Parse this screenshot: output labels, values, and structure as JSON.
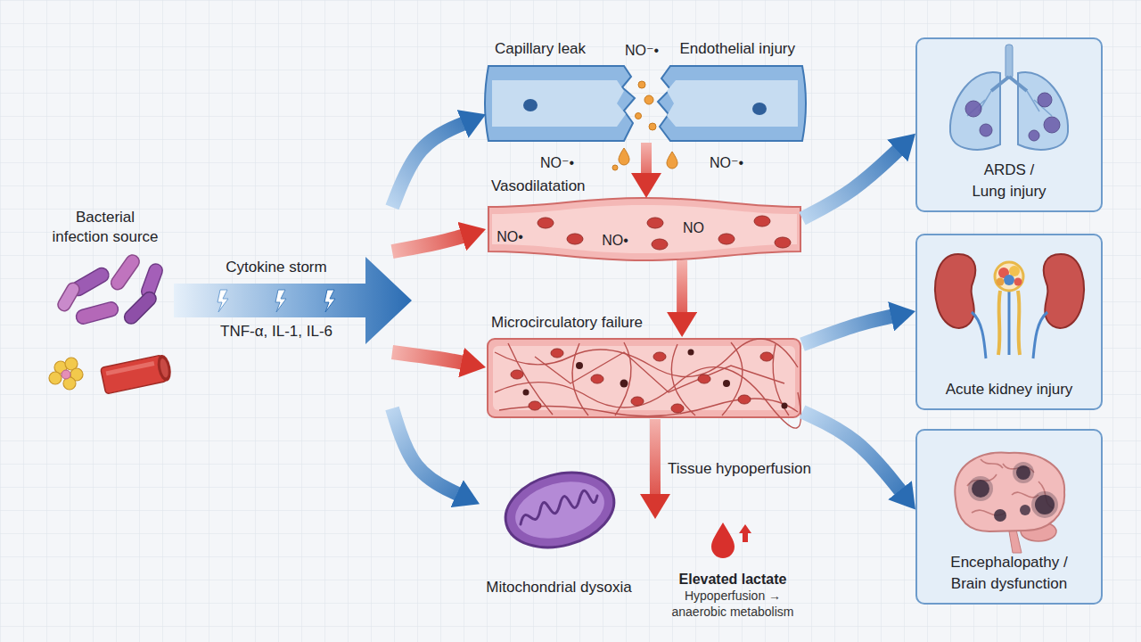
{
  "diagram": {
    "nodes": [
      {
        "text": [
          "Bacterial infection source"
        ]
      },
      {
        "text": [
          "Capillary leak",
          "Endothelial injury"
        ]
      },
      {
        "text": [
          "Vasodilatation"
        ]
      },
      {
        "text": [
          "Microcirculatory failure"
        ]
      },
      {
        "text": [
          "Mitochondrial dysoxia"
        ]
      },
      {
        "text": [
          "Elevated lactate",
          "Hypoperfusion → anaerobic metabolism"
        ]
      },
      {
        "text": [
          "ARDS / Lung injury"
        ]
      },
      {
        "text": [
          "Acute kidney injury"
        ]
      },
      {
        "text": [
          "Encephalopathy / Brain dysfunction"
        ]
      }
    ],
    "edges": [
      {
        "from": 0,
        "to": 1,
        "arrow": "to"
      },
      {
        "from": 0,
        "to": 2,
        "arrow": "to"
      },
      {
        "from": 0,
        "to": 3,
        "arrow": "to"
      },
      {
        "from": 0,
        "to": 4,
        "arrow": "to"
      },
      {
        "from": 1,
        "to": 2,
        "arrow": "to"
      },
      {
        "from": 2,
        "to": 3,
        "arrow": "to"
      },
      {
        "from": 3,
        "to": 5,
        "label": "Tissue hypoperfusion",
        "arrow": "to"
      },
      {
        "from": 2,
        "to": 6,
        "arrow": "to"
      },
      {
        "from": 3,
        "to": 7,
        "arrow": "to"
      },
      {
        "from": 3,
        "to": 8,
        "arrow": "to"
      }
    ],
    "labels": [
      "Cytokine storm",
      "TNF-α, IL-1, IL-6",
      "NO⁻•",
      "NO⁻•",
      "NO⁻•",
      "NO•",
      "NO•",
      "NO"
    ]
  }
}
